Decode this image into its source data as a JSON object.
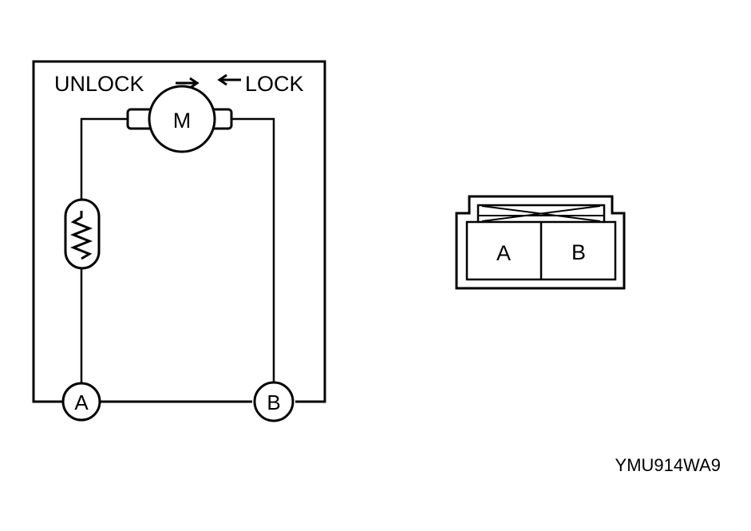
{
  "labels": {
    "unlock": "UNLOCK",
    "lock": "LOCK",
    "motor": "M",
    "terminal_a": "A",
    "terminal_b": "B",
    "connector_a": "A",
    "connector_b": "B",
    "figure_code": "YMU914WA9"
  },
  "colors": {
    "stroke": "#000000",
    "background": "#ffffff"
  }
}
